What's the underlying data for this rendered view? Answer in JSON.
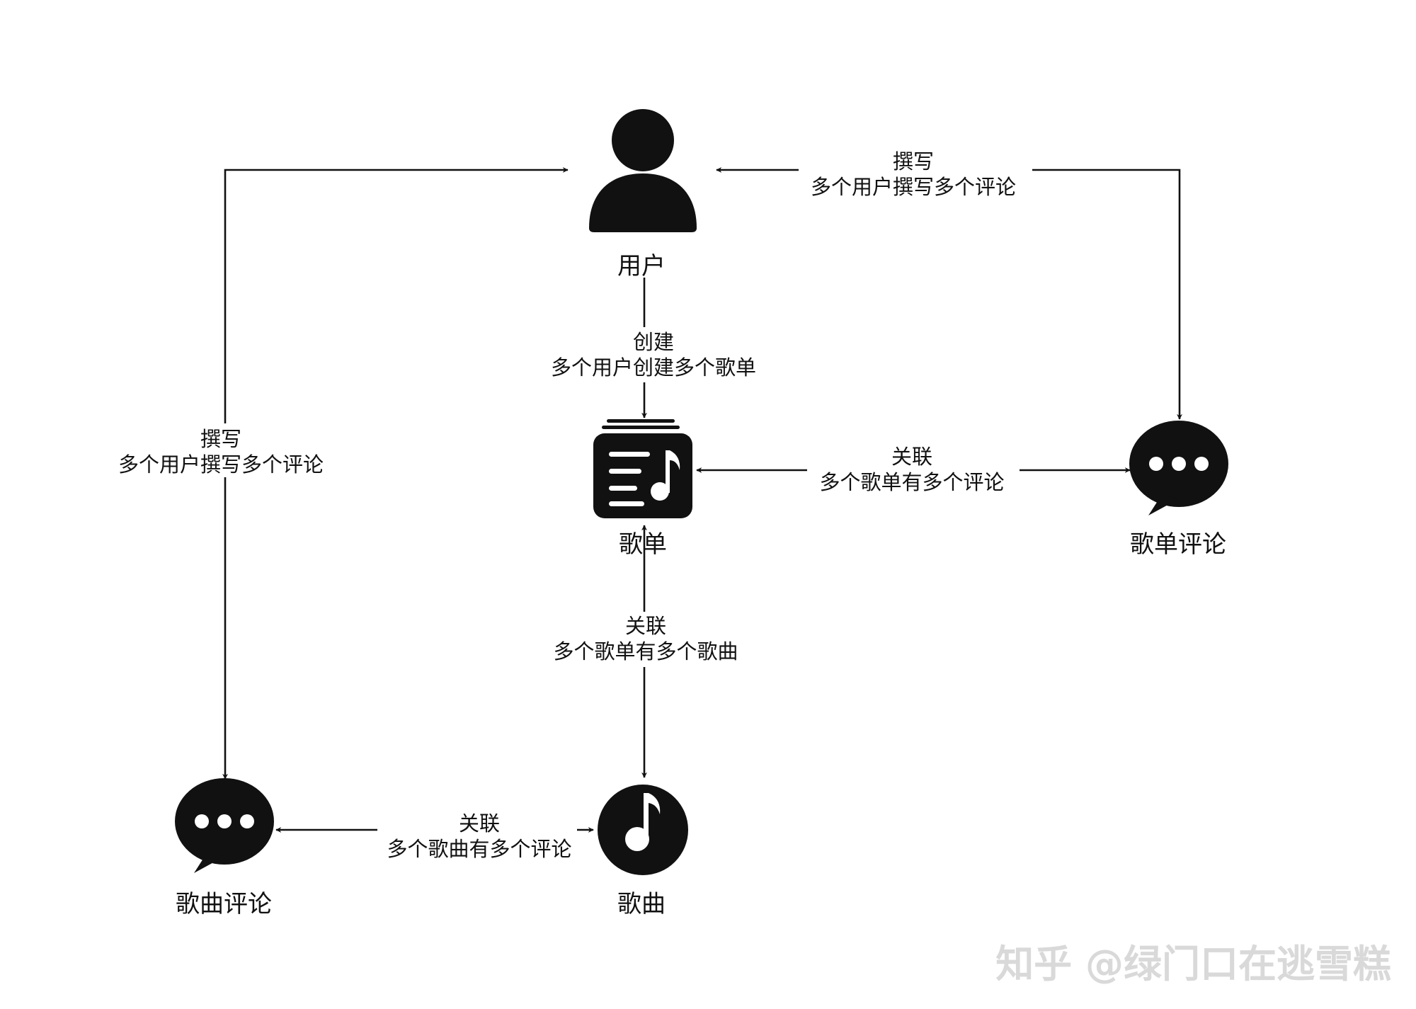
{
  "nodes": {
    "user": {
      "label": "用户",
      "icon": "user-icon"
    },
    "playlist": {
      "label": "歌单",
      "icon": "playlist-icon"
    },
    "playlist_comment": {
      "label": "歌单评论",
      "icon": "chat-bubble-icon"
    },
    "song": {
      "label": "歌曲",
      "icon": "music-disc-icon"
    },
    "song_comment": {
      "label": "歌曲评论",
      "icon": "chat-bubble-icon"
    }
  },
  "edges": {
    "user_playlist": {
      "title": "创建",
      "detail": "多个用户创建多个歌单"
    },
    "user_playlist_comment": {
      "title": "撰写",
      "detail": "多个用户撰写多个评论"
    },
    "user_song_comment": {
      "title": "撰写",
      "detail": "多个用户撰写多个评论"
    },
    "playlist_playlist_comment": {
      "title": "关联",
      "detail": "多个歌单有多个评论"
    },
    "playlist_song": {
      "title": "关联",
      "detail": "多个歌单有多个歌曲"
    },
    "song_song_comment": {
      "title": "关联",
      "detail": "多个歌曲有多个评论"
    }
  },
  "watermark": "知乎 @绿门口在逃雪糕",
  "colors": {
    "ink": "#111111",
    "background": "#ffffff",
    "watermark": "#d9d9d9"
  }
}
